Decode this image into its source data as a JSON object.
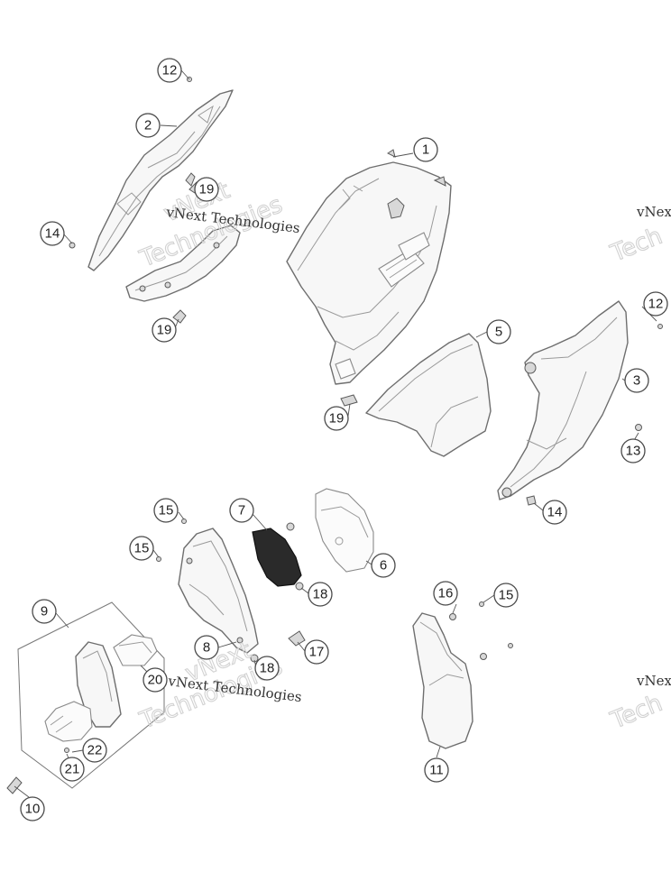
{
  "callouts": [
    {
      "id": "c-12a",
      "label": "12"
    },
    {
      "id": "c-2",
      "label": "2"
    },
    {
      "id": "c-14a",
      "label": "14"
    },
    {
      "id": "c-19a",
      "label": "19"
    },
    {
      "id": "c-19b",
      "label": "19"
    },
    {
      "id": "c-1",
      "label": "1"
    },
    {
      "id": "c-5",
      "label": "5"
    },
    {
      "id": "c-19c",
      "label": "19"
    },
    {
      "id": "c-12b",
      "label": "12"
    },
    {
      "id": "c-3",
      "label": "3"
    },
    {
      "id": "c-13",
      "label": "13"
    },
    {
      "id": "c-14b",
      "label": "14"
    },
    {
      "id": "c-15a",
      "label": "15"
    },
    {
      "id": "c-7",
      "label": "7"
    },
    {
      "id": "c-15b",
      "label": "15"
    },
    {
      "id": "c-6",
      "label": "6"
    },
    {
      "id": "c-18a",
      "label": "18"
    },
    {
      "id": "c-9",
      "label": "9"
    },
    {
      "id": "c-8",
      "label": "8"
    },
    {
      "id": "c-18b",
      "label": "18"
    },
    {
      "id": "c-17",
      "label": "17"
    },
    {
      "id": "c-20",
      "label": "20"
    },
    {
      "id": "c-16",
      "label": "16"
    },
    {
      "id": "c-15c",
      "label": "15"
    },
    {
      "id": "c-22",
      "label": "22"
    },
    {
      "id": "c-21",
      "label": "21"
    },
    {
      "id": "c-11",
      "label": "11"
    },
    {
      "id": "c-10",
      "label": "10"
    }
  ],
  "watermark": {
    "company": "vNext Technologies",
    "company_partial": "vNext",
    "ghost_line1": "vNext",
    "ghost_line2": "Technologies",
    "ghost_partial": "Tech"
  }
}
